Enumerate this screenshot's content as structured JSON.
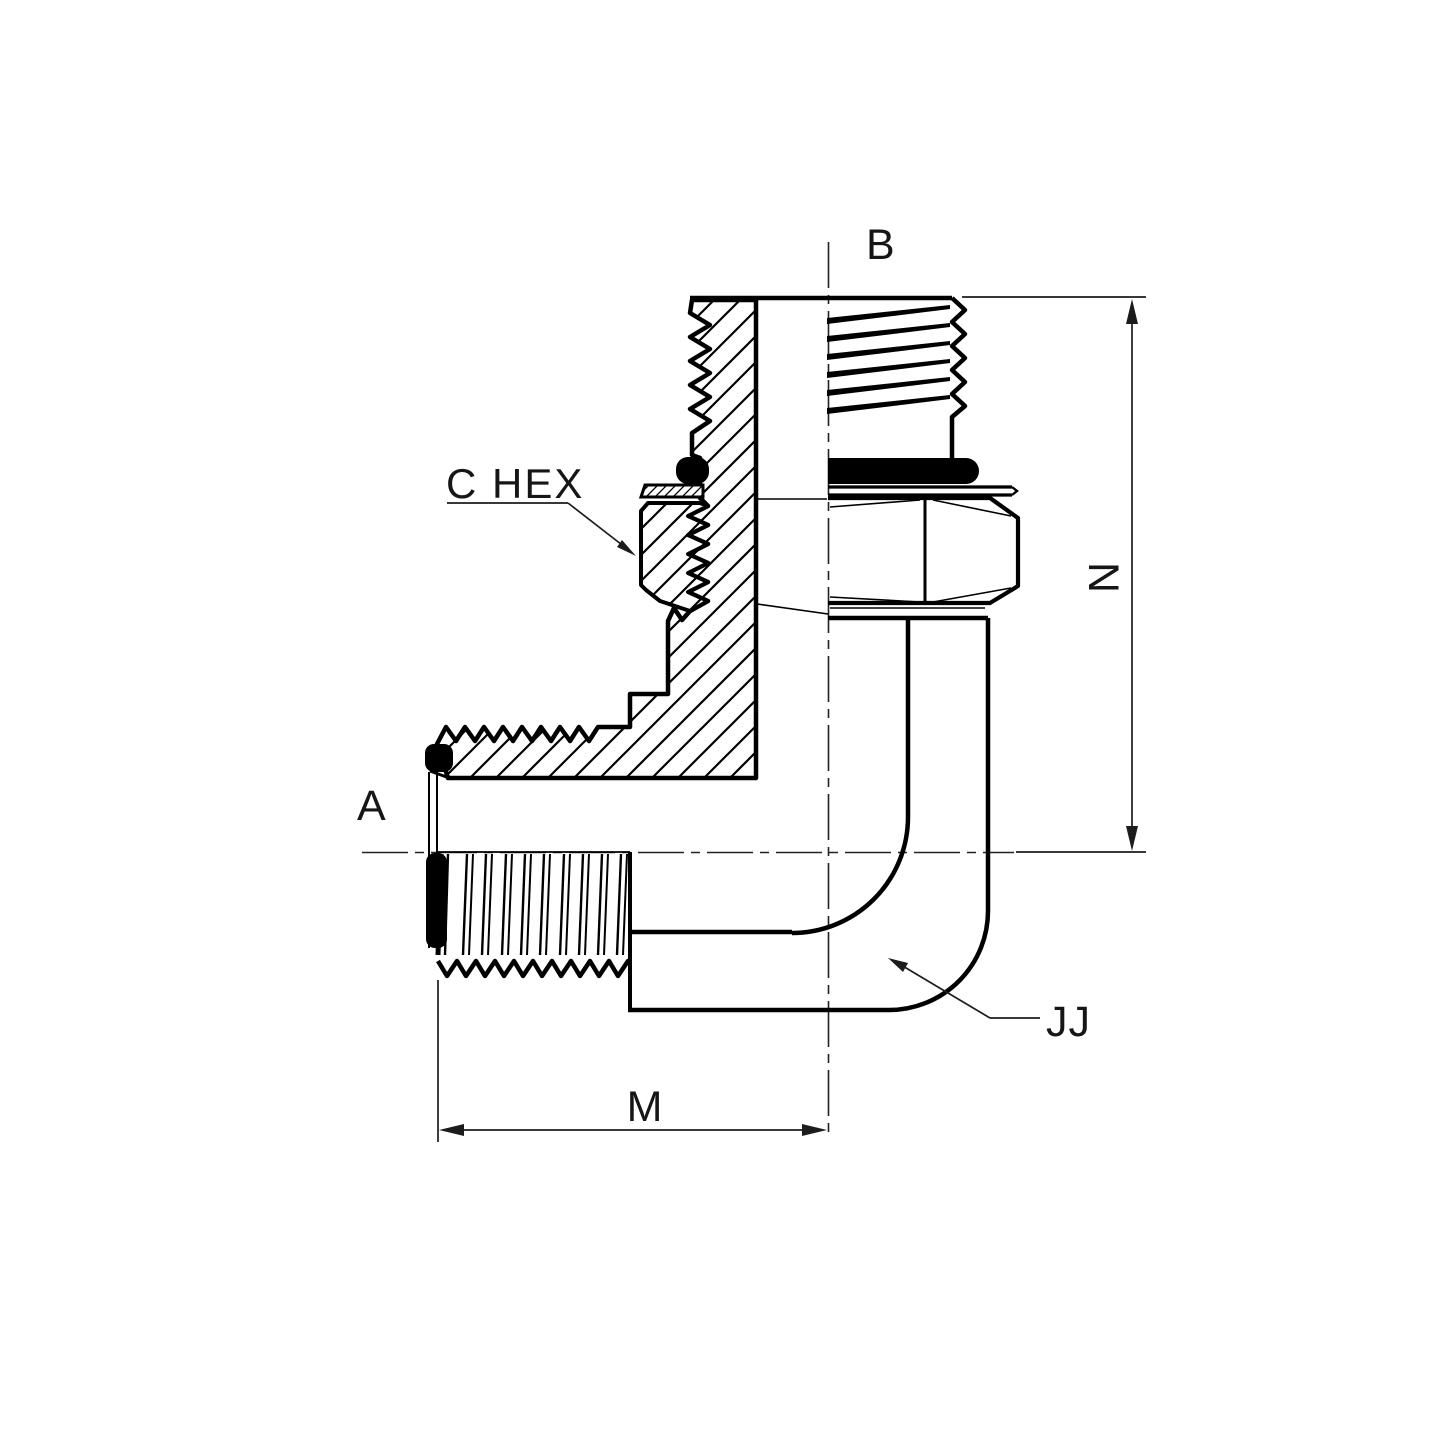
{
  "drawing": {
    "labels": {
      "top_port": "B",
      "side_port": "A",
      "hex_callout": "C HEX",
      "vertical_dim": "N",
      "horizontal_dim": "M",
      "bend_callout": "JJ"
    },
    "colors": {
      "line": "#000000",
      "background": "#ffffff"
    }
  }
}
